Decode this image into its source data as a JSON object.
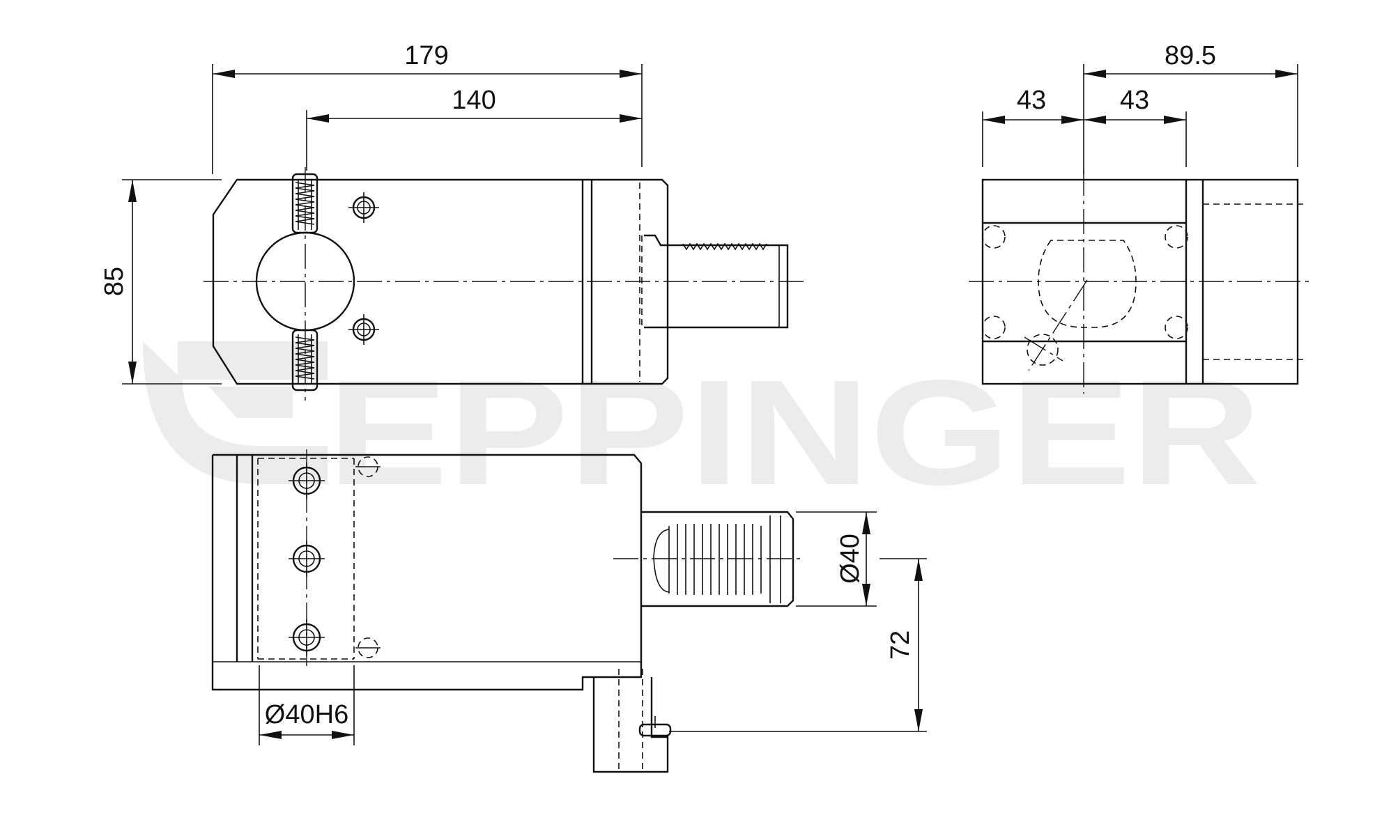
{
  "watermark": {
    "brand": "EPPINGER"
  },
  "dimensions": {
    "overall_length": "179",
    "shank_to_front": "140",
    "height": "85",
    "side_width_total": "89.5",
    "side_half_left": "43",
    "side_half_right": "43",
    "shank_diameter": "Ø40",
    "center_height": "72",
    "bore_diameter": "Ø40H6"
  },
  "colors": {
    "line": "#111111",
    "watermark": "#ececec",
    "background": "#ffffff"
  }
}
